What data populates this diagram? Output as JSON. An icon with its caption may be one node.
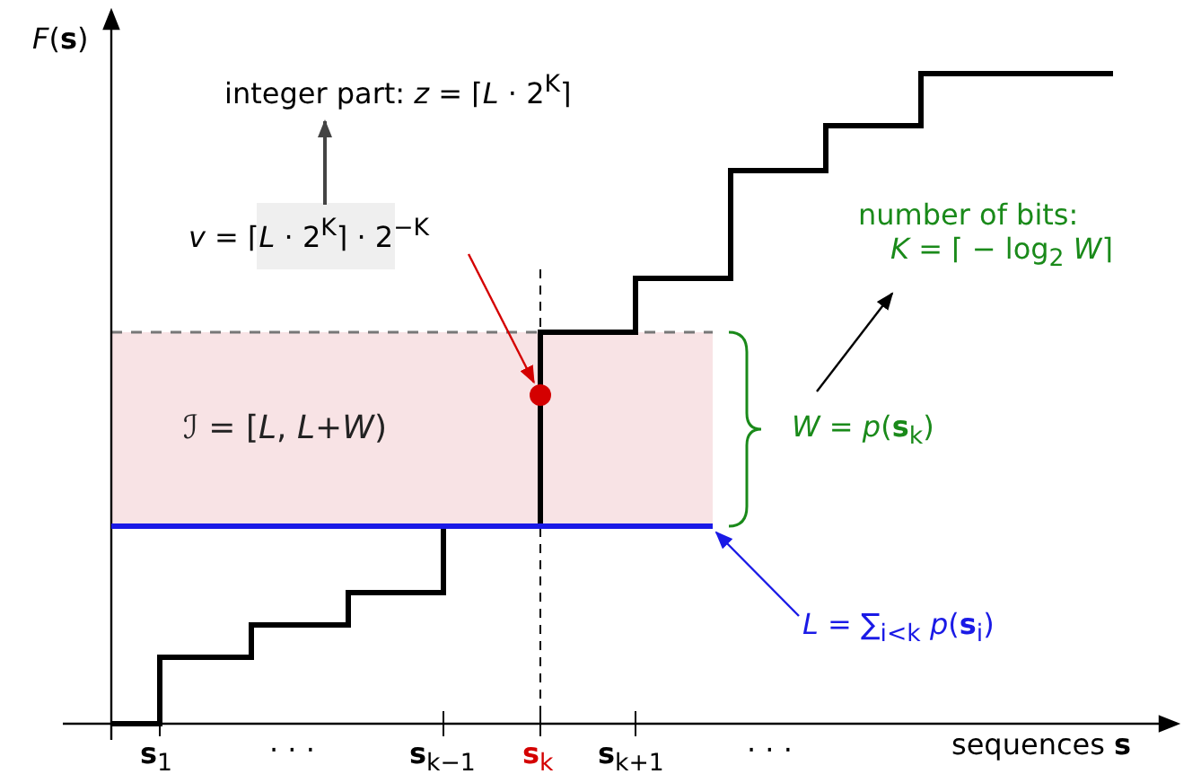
{
  "diagram": {
    "nodes": [
      {
        "text": [
          "integer part: *z* = ⌈*L* · 2$^{K}$⌉"
        ]
      },
      {
        "text": [
          "*v* = ⌈*L* · 2$^{K}$⌉ · 2$^{−K}$"
        ]
      },
      {
        "text": [],
        "shape": "circle"
      },
      {
        "text": [
          "number of bits:",
          "*K* = ⌈ − log$_{2}$ *W*⌉"
        ]
      },
      {
        "text": [
          "*W* = *p*(**s**$_{k}$)"
        ]
      },
      {
        "text": [
          "*L* = ∑$_{i<k}$ *p*(**s**$_{i}$)"
        ]
      },
      {
        "text": [],
        "shape": "bar"
      }
    ],
    "edges": [
      {
        "from": 1,
        "to": 0,
        "arrow": "to"
      },
      {
        "from": 1,
        "to": 2,
        "arrow": "to",
        "color": "#d40000"
      },
      {
        "from": 4,
        "to": 3,
        "arrow": "to"
      },
      {
        "from": 5,
        "to": 6,
        "arrow": "to",
        "color": "#1a1ae6"
      }
    ],
    "labels": [
      "*F*(**s**)",
      "ℐ = [*L*, *L*+*W*)",
      "**s**$_{1}$",
      "· · ·",
      "**s**$_{k−1}$",
      "**s**$_{k}$",
      "**s**$_{k+1}$",
      "· · ·",
      "sequences **s**"
    ]
  }
}
